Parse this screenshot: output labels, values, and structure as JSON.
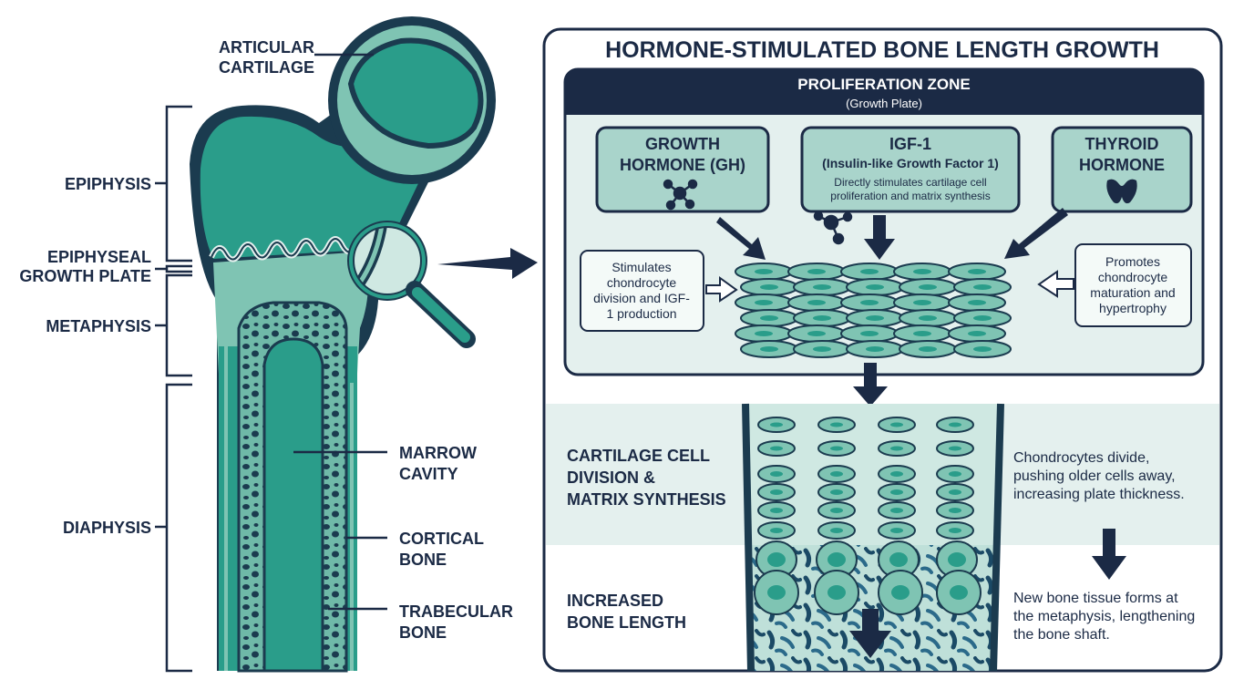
{
  "title": "HORMONE-STIMULATED BONE LENGTH GROWTH",
  "bone_labels": {
    "articular_cartilage": [
      "ARTICULAR",
      "CARTILAGE"
    ],
    "epiphysis": "EPIPHYSIS",
    "growth_plate": [
      "EPIPHYSEAL",
      "GROWTH PLATE"
    ],
    "metaphysis": "METAPHYSIS",
    "diaphysis": "DIAPHYSIS",
    "marrow_cavity": [
      "MARROW",
      "CAVITY"
    ],
    "cortical_bone": [
      "CORTICAL",
      "BONE"
    ],
    "trabecular_bone": [
      "TRABECULAR",
      "BONE"
    ]
  },
  "zone": {
    "title": "PROLIFERATION ZONE",
    "subtitle": "(Growth Plate)"
  },
  "hormones": {
    "gh": {
      "name": [
        "GROWTH",
        "HORMONE (GH)"
      ]
    },
    "igf": {
      "name": "IGF-1",
      "full": "(Insulin-like Growth Factor 1)",
      "desc": [
        "Directly stimulates cartilage cell",
        "proliferation and matrix synthesis"
      ]
    },
    "thyroid": {
      "name": [
        "THYROID",
        "HORMONE"
      ]
    }
  },
  "effects": {
    "gh": [
      "Stimulates",
      "chondrocyte",
      "division and IGF-",
      "1 production"
    ],
    "thyroid": [
      "Promotes",
      "chondrocyte",
      "maturation and",
      "hypertrophy"
    ]
  },
  "stages": {
    "division": {
      "label": [
        "CARTILAGE CELL",
        "DIVISION &",
        "MATRIX SYNTHESIS"
      ],
      "desc": [
        "Chondrocytes divide,",
        "pushing older cells away,",
        "increasing plate thickness."
      ]
    },
    "length": {
      "label": [
        "INCREASED",
        "BONE LENGTH"
      ],
      "desc": [
        "New bone tissue forms at",
        "the metaphysis, lengthening",
        "the bone shaft."
      ]
    }
  },
  "colors": {
    "navy": "#1b2a45",
    "teal": "#2a9d8a",
    "light_teal": "#bfe0d9",
    "pale": "#e4f0ee",
    "cell": "#7fc4b3"
  }
}
